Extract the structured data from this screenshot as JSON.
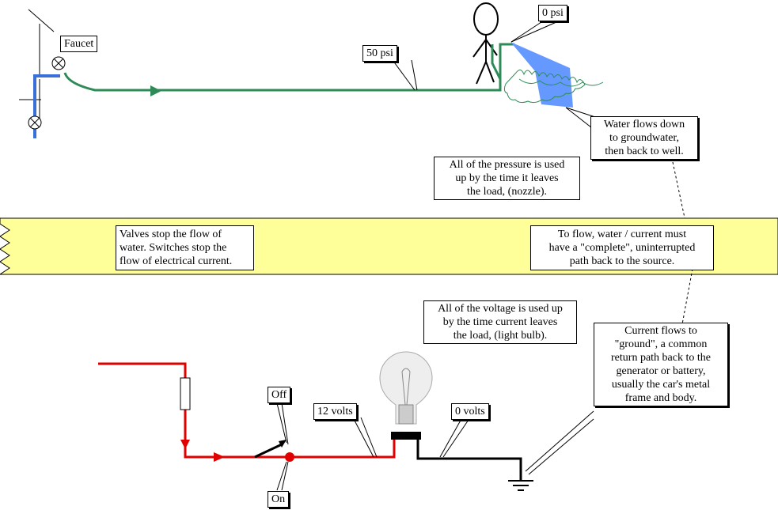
{
  "labels": {
    "faucet": "Faucet",
    "psi_50": "50 psi",
    "psi_0": "0 psi",
    "water_flows": [
      "Water flows down",
      "to groundwater,",
      "then back to well."
    ],
    "pressure_used": [
      "All of the pressure is used",
      "up by the time it leaves",
      "the load, (nozzle)."
    ],
    "valves": [
      "Valves stop the flow of",
      "water.  Switches stop the",
      "flow of electrical current."
    ],
    "to_flow": [
      "To flow, water / current must",
      "have a \"complete\", uninterrupted",
      "path back to the source."
    ],
    "voltage_used": [
      "All of the voltage is used up",
      "by the time current leaves",
      "the load, (light bulb)."
    ],
    "current_flows": [
      "Current flows to",
      "\"ground\", a common",
      "return path back to the",
      "generator or battery,",
      "usually the car's metal",
      "frame and body."
    ],
    "off": "Off",
    "on": "On",
    "volts_12": "12 volts",
    "volts_0": "0 volts"
  },
  "colors": {
    "hose": "#2e8b57",
    "pipe": "#3a6fd8",
    "wire_hot": "#e00000",
    "wire_ground": "#000000",
    "band": "#ffff99",
    "spray": "#6699ff",
    "person": "#000000"
  }
}
